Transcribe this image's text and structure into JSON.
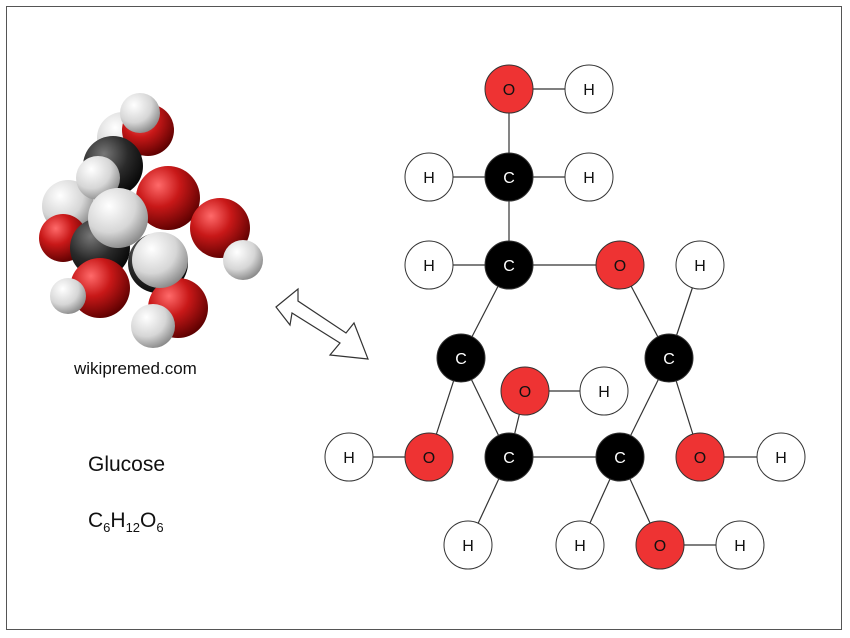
{
  "credit": "wikipremed.com",
  "name": "Glucose",
  "formula": {
    "c": "C",
    "c_n": "6",
    "h": "H",
    "h_n": "12",
    "o": "O",
    "o_n": "6"
  },
  "colors": {
    "carbon": "#000000",
    "oxygen": "#ee3333",
    "hydrogen": "#ffffff"
  },
  "atoms": [
    {
      "id": "O6",
      "el": "O",
      "label": "O"
    },
    {
      "id": "H6o",
      "el": "H",
      "label": "H"
    },
    {
      "id": "C6",
      "el": "C",
      "label": "C"
    },
    {
      "id": "H6a",
      "el": "H",
      "label": "H"
    },
    {
      "id": "H6b",
      "el": "H",
      "label": "H"
    },
    {
      "id": "C5",
      "el": "C",
      "label": "C"
    },
    {
      "id": "H5",
      "el": "H",
      "label": "H"
    },
    {
      "id": "O5",
      "el": "O",
      "label": "O"
    },
    {
      "id": "H1",
      "el": "H",
      "label": "H"
    },
    {
      "id": "C4",
      "el": "C",
      "label": "C"
    },
    {
      "id": "C1",
      "el": "C",
      "label": "C"
    },
    {
      "id": "O3",
      "el": "O",
      "label": "O"
    },
    {
      "id": "H3o",
      "el": "H",
      "label": "H"
    },
    {
      "id": "H4o",
      "el": "H",
      "label": "H"
    },
    {
      "id": "O4",
      "el": "O",
      "label": "O"
    },
    {
      "id": "C3",
      "el": "C",
      "label": "C"
    },
    {
      "id": "C2",
      "el": "C",
      "label": "C"
    },
    {
      "id": "O1",
      "el": "O",
      "label": "O"
    },
    {
      "id": "H1o",
      "el": "H",
      "label": "H"
    },
    {
      "id": "H3",
      "el": "H",
      "label": "H"
    },
    {
      "id": "H2",
      "el": "H",
      "label": "H"
    },
    {
      "id": "O2",
      "el": "O",
      "label": "O"
    },
    {
      "id": "H2o",
      "el": "H",
      "label": "H"
    }
  ],
  "bonds": [
    [
      "O6",
      "H6o"
    ],
    [
      "O6",
      "C6"
    ],
    [
      "C6",
      "H6a"
    ],
    [
      "C6",
      "H6b"
    ],
    [
      "C6",
      "C5"
    ],
    [
      "C5",
      "H5"
    ],
    [
      "C5",
      "O5"
    ],
    [
      "O5",
      "C1"
    ],
    [
      "C1",
      "H1"
    ],
    [
      "C5",
      "C4"
    ],
    [
      "C4",
      "O4"
    ],
    [
      "O4",
      "H4o"
    ],
    [
      "C4",
      "C3"
    ],
    [
      "C3",
      "O3"
    ],
    [
      "O3",
      "H3o"
    ],
    [
      "C3",
      "H3"
    ],
    [
      "C3",
      "C2"
    ],
    [
      "C2",
      "H2"
    ],
    [
      "C2",
      "O2"
    ],
    [
      "O2",
      "H2o"
    ],
    [
      "C2",
      "C1"
    ],
    [
      "C1",
      "O1"
    ],
    [
      "O1",
      "H1o"
    ]
  ]
}
